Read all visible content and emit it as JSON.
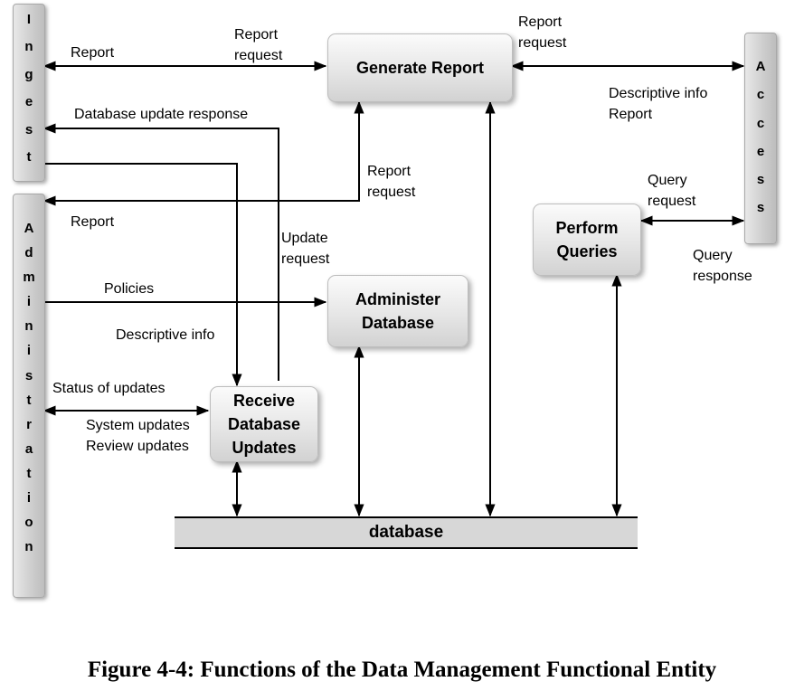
{
  "entities": {
    "ingest": "Ingest",
    "administration": "Administration",
    "access": "Access"
  },
  "processes": {
    "generate_report": "Generate Report",
    "administer_database": "Administer\nDatabase",
    "perform_queries": "Perform\nQueries",
    "receive_updates": "Receive\nDatabase\nUpdates"
  },
  "datastore": "database",
  "labels": {
    "report_to_ingest": "Report",
    "report_request_from_ingest": "Report\nrequest",
    "db_update_response": "Database update response",
    "report_request_admin": "Report\nrequest",
    "report_to_admin": "Report",
    "update_request": "Update\nrequest",
    "policies": "Policies",
    "descriptive_info": "Descriptive info",
    "status_of_updates": "Status of updates",
    "system_review_updates": "System updates\nReview updates",
    "report_request_access": "Report\nrequest",
    "descriptive_info_report": "Descriptive info\nReport",
    "query_request": "Query\nrequest",
    "query_response": "Query\nresponse"
  },
  "caption": "Figure 4-4:  Functions of the Data Management Functional Entity"
}
